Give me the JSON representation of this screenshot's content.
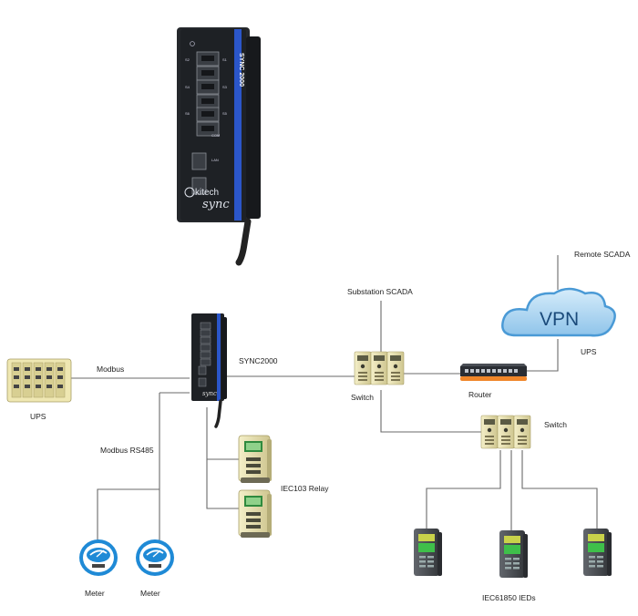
{
  "device": {
    "name": "SYNC 2000",
    "brand": "kitech",
    "brand_script": "sync",
    "port_labels": [
      "S2",
      "S1",
      "S4",
      "S3",
      "S6",
      "S5",
      "COM",
      "LAN"
    ]
  },
  "labels": {
    "remote_scada": "Remote SCADA",
    "substation_scada": "Substation SCADA",
    "vpn": "VPN",
    "ups_cloud": "UPS",
    "ups_left": "UPS",
    "modbus": "Modbus",
    "sync2000": "SYNC2000",
    "switch_top": "Switch",
    "router": "Router",
    "switch_right": "Switch",
    "modbus_rs485": "Modbus RS485",
    "iec103_relay": "IEC103 Relay",
    "meter_1": "Meter",
    "meter_2": "Meter",
    "iec61850_ieds": "IEC61850 IEDs"
  },
  "colors": {
    "device_body": "#1e2125",
    "device_stripe": "#2b56c9",
    "cloud_fill": "#a9d3ef",
    "cloud_stroke": "#4a9ad6",
    "router_body": "#2a2d33",
    "router_base": "#f0862a",
    "rack_fill": "#eee5b0",
    "relay_fill": "#e6dfa6",
    "ied_body": "#4a4d52",
    "meter_blue": "#1f8ad6"
  },
  "icons": {
    "device": "industrial-gateway-icon",
    "cloud": "cloud-icon",
    "router": "router-icon",
    "switch": "switch-rack-icon",
    "ups": "ups-rack-icon",
    "relay": "relay-icon",
    "meter": "meter-icon",
    "ied": "ied-icon"
  }
}
